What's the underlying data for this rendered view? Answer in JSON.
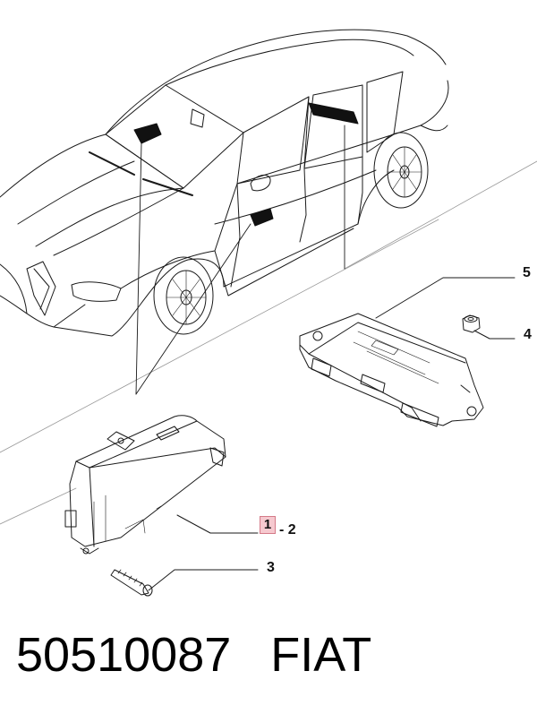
{
  "callouts": {
    "c1": "1",
    "c1_range_suffix": "- 2",
    "c3": "3",
    "c4": "4",
    "c5": "5"
  },
  "caption": {
    "part_number": "50510087",
    "brand": "FIAT"
  },
  "colors": {
    "line": "#1a1a1a",
    "highlight_fill": "#f6c9cf",
    "highlight_border": "#d47a88"
  }
}
